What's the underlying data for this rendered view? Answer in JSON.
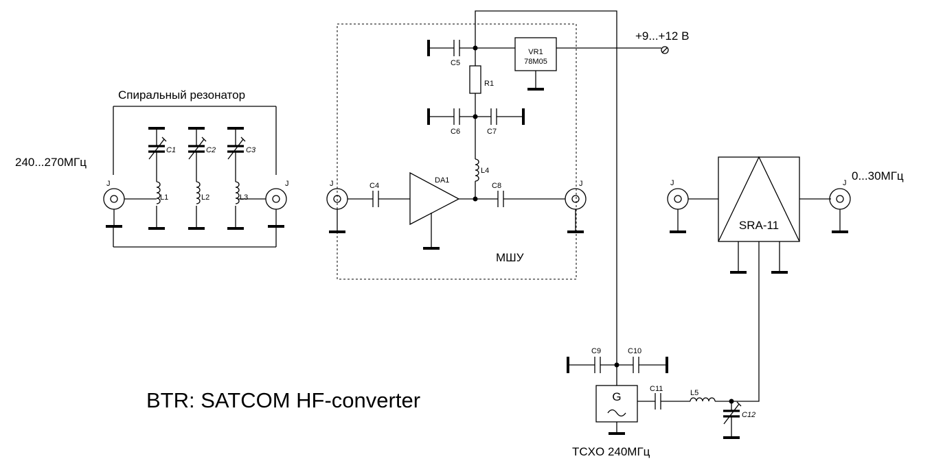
{
  "title": "BTR: SATCOM HF-converter",
  "resonator": {
    "caption": "Спиральный резонатор",
    "input_freq": "240...270МГц",
    "connector_in": "J",
    "connector_out": "J",
    "caps": [
      "C1",
      "C2",
      "C3"
    ],
    "coils": [
      "L1",
      "L2",
      "L3"
    ]
  },
  "lna": {
    "caption": "МШУ",
    "connector_in": "J",
    "connector_out": "J",
    "amp": "DA1",
    "regulator_name": "VR1",
    "regulator_type": "78M05",
    "supply": "+9...+12 В",
    "c4": "C4",
    "c5": "C5",
    "c6": "C6",
    "c7": "C7",
    "c8": "C8",
    "r1": "R1",
    "l4": "L4"
  },
  "mixer": {
    "name": "SRA-11",
    "connector_in": "J",
    "connector_out": "J",
    "output_freq": "0...30МГц"
  },
  "oscillator": {
    "symbol": "G",
    "caption": "TCXO 240МГц",
    "c9": "C9",
    "c10": "C10",
    "c11": "C11",
    "c12": "C12",
    "l5": "L5"
  }
}
